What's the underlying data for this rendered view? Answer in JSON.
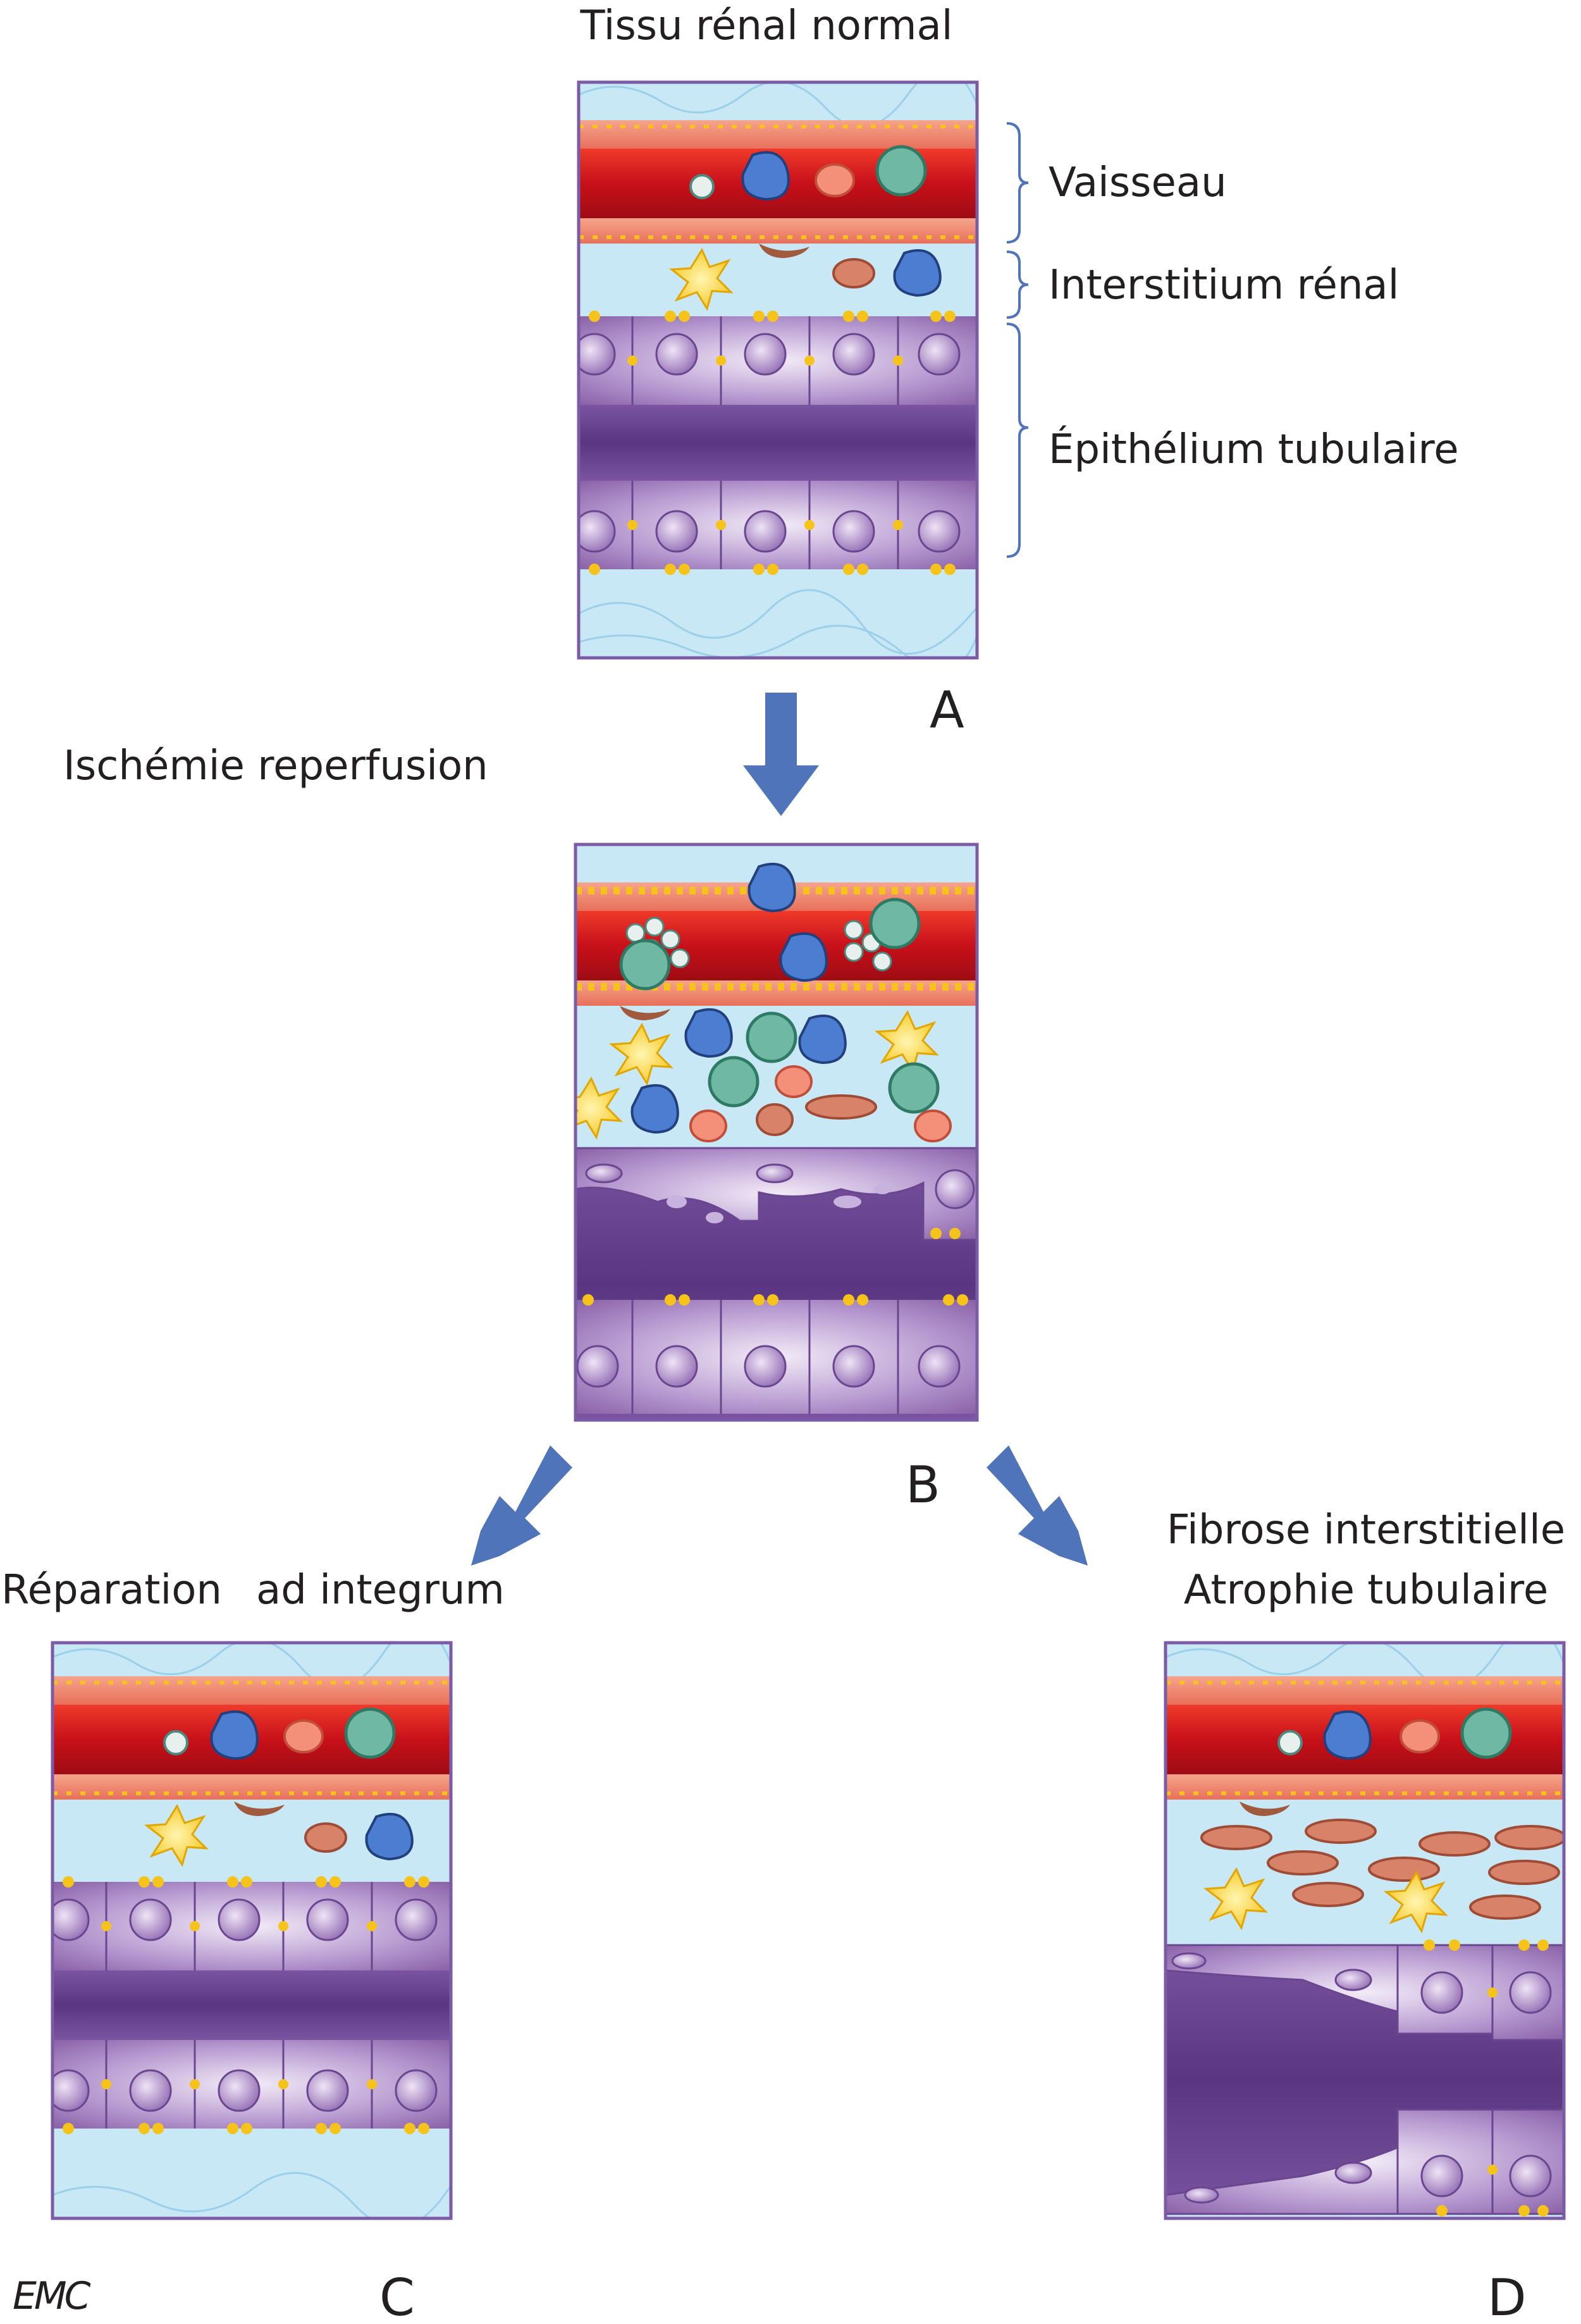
{
  "titles": {
    "normal": "Tissu rénal normal",
    "ischemia": "Ischémie reperfusion",
    "repair_1": "Réparation",
    "repair_2": "ad integrum",
    "fibrosis_1": "Fibrose interstitielle",
    "fibrosis_2": "Atrophie tubulaire"
  },
  "layers": {
    "vessel": "Vaisseau",
    "interstitium": "Interstitium rénal",
    "epithelium": "Épithélium tubulaire"
  },
  "panel_letters": {
    "a": "A",
    "b": "B",
    "c": "C",
    "d": "D"
  },
  "logo": "EMC",
  "colors": {
    "vessel_red": "#c8101a",
    "interstitium_blue": "#c9e8f6",
    "epithelium_purple": "#8a62a8",
    "lumen_purple": "#5b3680",
    "arrow_blue": "#4f74b9",
    "panel_border": "#7b5aa6",
    "junction_yellow": "#f6c31a"
  }
}
